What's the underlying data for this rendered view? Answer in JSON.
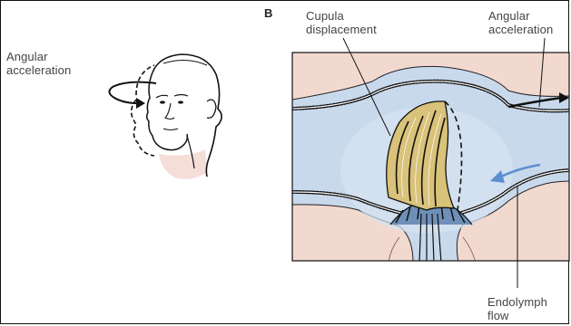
{
  "panel_b": {
    "letter": "B",
    "cupula_label_line1": "Cupula",
    "cupula_label_line2": "displacement",
    "accel_label_line1": "Angular",
    "accel_label_line2": "acceleration",
    "endolymph_label_line1": "Endolymph",
    "endolymph_label_line2": "flow"
  },
  "panel_a": {
    "accel_label_line1": "Angular",
    "accel_label_line2": "acceleration"
  },
  "colors": {
    "fluid": "#c9d9ec",
    "tissue": "#f2d9cf",
    "cupula": "#d9c27a",
    "flow_arrow": "#5b8fd0",
    "skin": "#f6ded8"
  }
}
